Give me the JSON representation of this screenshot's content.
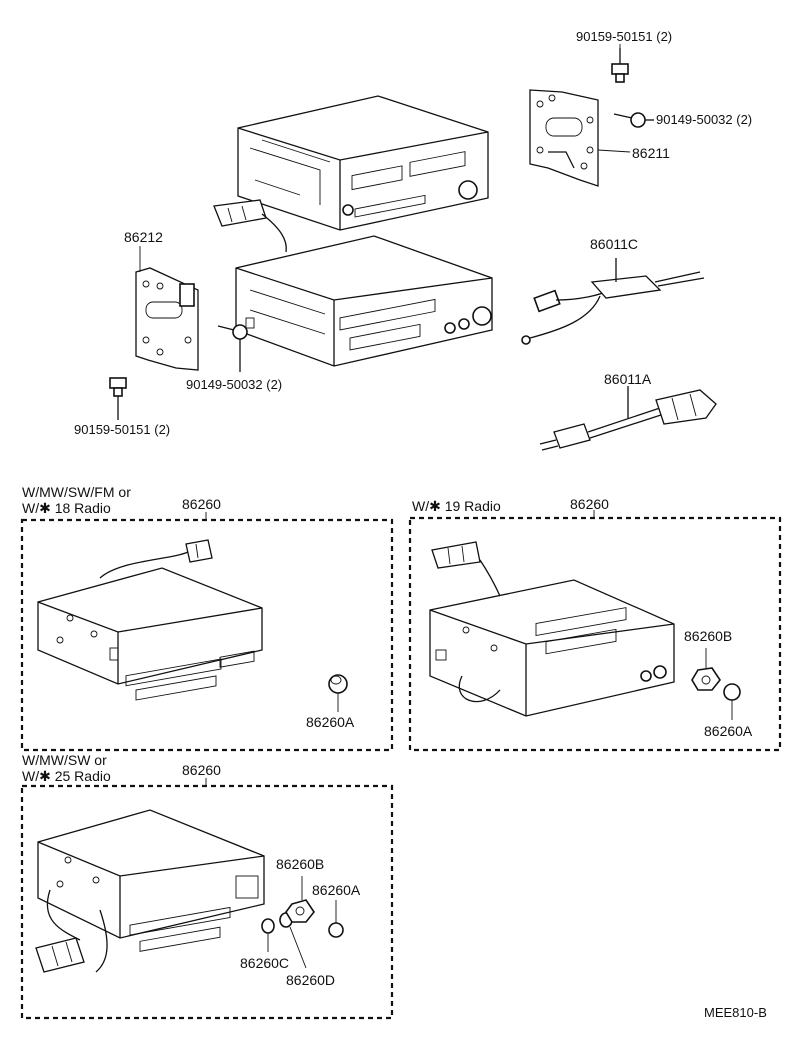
{
  "diagram_code": "MEE810-B",
  "parts": {
    "bolt_top": "90159-50151 (2)",
    "screw_right": "90149-50032 (2)",
    "bracket_right": "86211",
    "bracket_left": "86212",
    "harness_c": "86011C",
    "harness_a": "86011A",
    "screw_left": "90149-50032 (2)",
    "bolt_left": "90159-50151 (2)"
  },
  "boxes": {
    "box1": {
      "title_line1": "W/MW/SW/FM or",
      "title_line2": "W/✱ 18 Radio",
      "part": "86260",
      "knob_a": "86260A"
    },
    "box2": {
      "title_line1": "W/✱ 19 Radio",
      "part": "86260",
      "knob_b": "86260B",
      "knob_a": "86260A"
    },
    "box3": {
      "title_line1": "W/MW/SW or",
      "title_line2": "W/✱ 25 Radio",
      "part": "86260",
      "knob_b": "86260B",
      "knob_a": "86260A",
      "knob_c": "86260C",
      "knob_d": "86260D"
    }
  }
}
